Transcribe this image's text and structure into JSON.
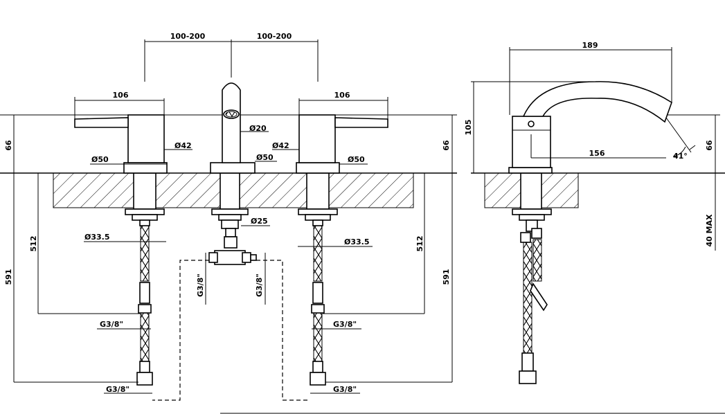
{
  "front_view": {
    "spacing_left": "100-200",
    "spacing_right": "100-200",
    "handle_width_left": "106",
    "handle_width_right": "106",
    "height_left": "66",
    "height_right": "66",
    "dia_body_left": "Ø42",
    "dia_body_right": "Ø42",
    "dia_spout": "Ø20",
    "dia_base_left": "Ø50",
    "dia_base_center": "Ø50",
    "dia_base_right": "Ø50",
    "dia_nut": "Ø25",
    "dia_shank_left": "Ø33.5",
    "dia_shank_right": "Ø33.5",
    "hose_len_left": "512",
    "hose_len_right": "512",
    "total_len_left": "591",
    "total_len_right": "591",
    "thread_tee_left": "G3/8\"",
    "thread_tee_right": "G3/8\"",
    "thread_mid_left": "G3/8\"",
    "thread_mid_right": "G3/8\"",
    "thread_bot_left": "G3/8\"",
    "thread_bot_right": "G3/8\""
  },
  "side_view": {
    "length": "189",
    "height": "105",
    "reach": "156",
    "angle": "41°",
    "spout_height": "66",
    "deck_thickness": "40 MAX"
  }
}
